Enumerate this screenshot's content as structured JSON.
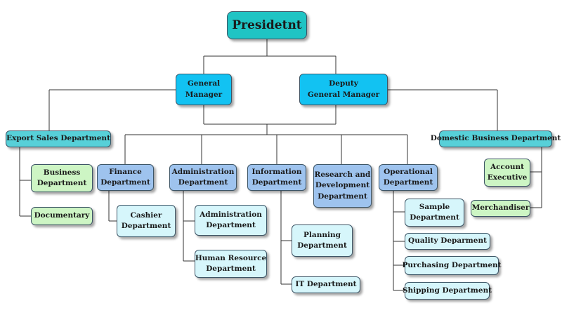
{
  "chart": {
    "root": {
      "lines": [
        "Presidetnt"
      ]
    },
    "general_manager": {
      "lines": [
        "General",
        "Manager"
      ]
    },
    "deputy_general_manager": {
      "lines": [
        "Deputy",
        "General Manager"
      ]
    },
    "export_sales": {
      "label": [
        "Export Sales Department"
      ],
      "children": {
        "business": [
          "Business",
          "Department"
        ],
        "documentary": [
          "Documentary"
        ]
      }
    },
    "domestic_business": {
      "label": [
        "Domestic Business Department"
      ],
      "children": {
        "account_executive": [
          "Account",
          "Executive"
        ],
        "merchandiser": [
          "Merchandiser"
        ]
      }
    },
    "departments": {
      "finance": {
        "label": [
          "Finance",
          "Department"
        ],
        "children": {
          "cashier": [
            "Cashier",
            "Department"
          ]
        }
      },
      "administration": {
        "label": [
          "Administration",
          "Department"
        ],
        "children": {
          "administration": [
            "Administration",
            "Department"
          ],
          "human_resource": [
            "Human Resource",
            "Department"
          ]
        }
      },
      "information": {
        "label": [
          "Information",
          "Department"
        ],
        "children": {
          "planning": [
            "Planning",
            "Department"
          ],
          "it": [
            "IT Department"
          ]
        }
      },
      "research": {
        "label": [
          "Research and",
          "Development",
          "Department"
        ]
      },
      "operational": {
        "label": [
          "Operational",
          "Department"
        ],
        "children": {
          "sample": [
            "Sample",
            "Department"
          ],
          "quality": [
            "Quality Deparment"
          ],
          "purchasing": [
            "Purchasing Department"
          ],
          "shipping": [
            "Shipping Department"
          ]
        }
      }
    }
  }
}
